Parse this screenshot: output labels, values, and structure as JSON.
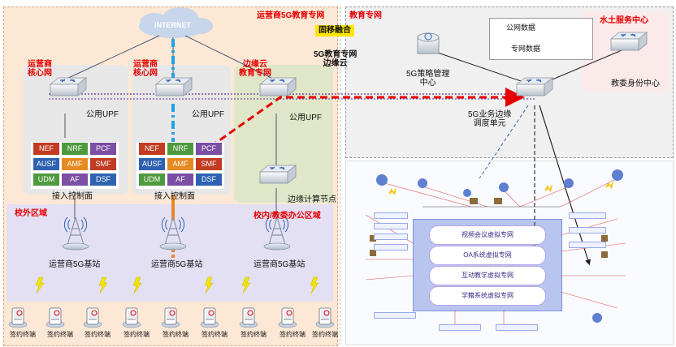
{
  "internet_label": "INTERNET",
  "titles": {
    "operator_5g_edu_net": "运营商5G教育专网",
    "edu_private_net": "教育专网",
    "shuitu_center": "水土服务中心",
    "fixed_mobile_fusion": "固移融合",
    "core_net_1": [
      "运营商",
      "核心网"
    ],
    "core_net_2": [
      "运营商",
      "核心网"
    ],
    "edge_cloud": [
      "边缘云",
      "教育专网"
    ],
    "edu_edge_cloud": [
      "5G教育专网",
      "边缘云"
    ],
    "outside_school": "校外区域",
    "inside_school": "校内/教委办公区域"
  },
  "legend": {
    "public_data": "公网数据",
    "private_data": "专网数据"
  },
  "nodes": {
    "public_upf": "公用UPF",
    "access_control": "接入控制面",
    "edge_compute": "边缘计算节点",
    "policy_center": [
      "5G策略管理",
      "中心"
    ],
    "edu_identity_center": "教委身份中心",
    "edge_dispatch": [
      "5G业务边缘",
      "调度单元"
    ],
    "base_station": "运营商5G基站",
    "terminal": "签约终端"
  },
  "functions": [
    {
      "label": "NEF",
      "color": "#c23b22"
    },
    {
      "label": "NRF",
      "color": "#4f9a3f"
    },
    {
      "label": "PCF",
      "color": "#7b4fa3"
    },
    {
      "label": "AUSF",
      "color": "#2e62b1"
    },
    {
      "label": "AMF",
      "color": "#e58a1f"
    },
    {
      "label": "SMF",
      "color": "#c23b22"
    },
    {
      "label": "UDM",
      "color": "#4f9a3f"
    },
    {
      "label": "AF",
      "color": "#7b4fa3"
    },
    {
      "label": "DSF",
      "color": "#2e62b1"
    }
  ],
  "virtual_networks": [
    "视频会议虚拟专网",
    "OA系统虚拟专网",
    "互动教学虚拟专网",
    "学籍系统虚拟专网"
  ]
}
